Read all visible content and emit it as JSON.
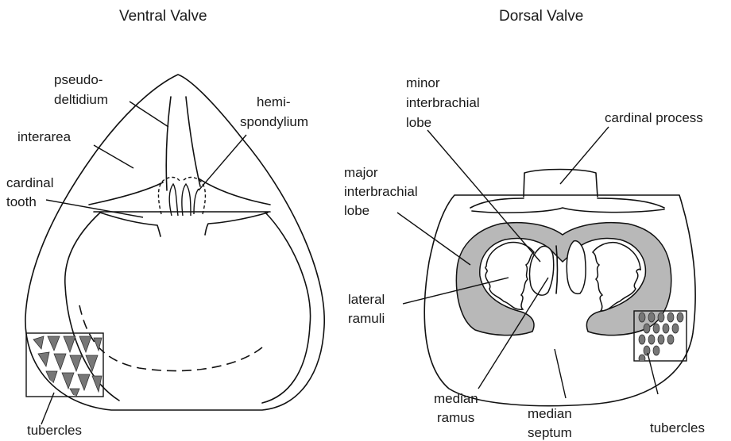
{
  "ventral": {
    "title": "Ventral Valve",
    "labels": {
      "pseudo1": "pseudo-",
      "pseudo2": "deltidium",
      "hemi1": "hemi-",
      "hemi2": "spondylium",
      "interarea": "interarea",
      "cardinal1": "cardinal",
      "cardinal2": "tooth",
      "tubercles": "tubercles"
    }
  },
  "dorsal": {
    "title": "Dorsal Valve",
    "labels": {
      "minor1": "minor",
      "minor2": "interbrachial",
      "minor3": "lobe",
      "cardinal_process": "cardinal process",
      "major1": "major",
      "major2": "interbrachial",
      "major3": "lobe",
      "lateral1": "lateral",
      "lateral2": "ramuli",
      "ramus1": "median",
      "ramus2": "ramus",
      "septum1": "median",
      "septum2": "septum",
      "tubercles": "tubercles"
    }
  },
  "colors": {
    "line": "#111111",
    "muscle_fill": "#b8b8b8",
    "tubercle_fill": "#777777"
  }
}
